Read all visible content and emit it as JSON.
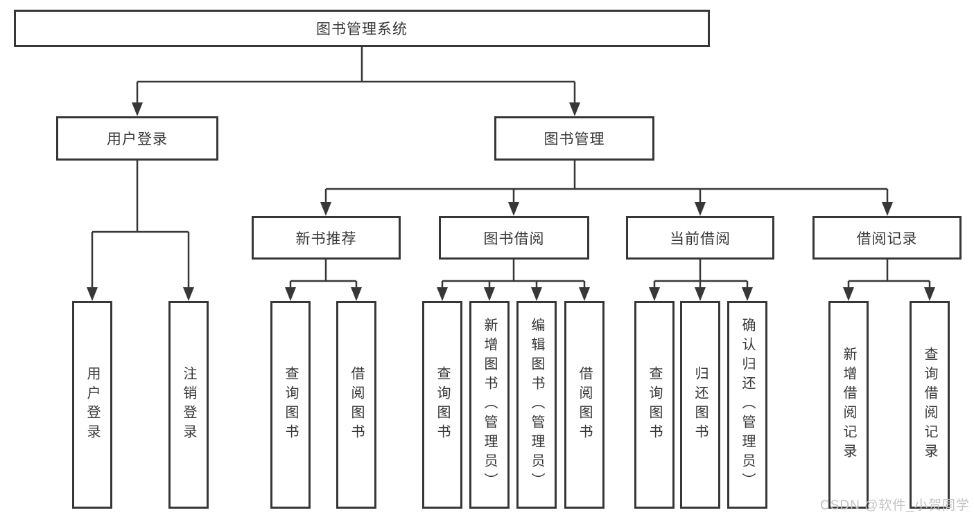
{
  "tree": {
    "root": {
      "label": "图书管理系统"
    },
    "user_login": {
      "label": "用户登录",
      "children": [
        {
          "label": "用户登录"
        },
        {
          "label": "注销登录"
        }
      ]
    },
    "book_mgmt": {
      "label": "图书管理",
      "sections": [
        {
          "label": "新书推荐",
          "children": [
            {
              "label": "查询图书"
            },
            {
              "label": "借阅图书"
            }
          ]
        },
        {
          "label": "图书借阅",
          "children": [
            {
              "label": "查询图书"
            },
            {
              "label": "新增图书（管理员）"
            },
            {
              "label": "编辑图书（管理员）"
            },
            {
              "label": "借阅图书"
            }
          ]
        },
        {
          "label": "当前借阅",
          "children": [
            {
              "label": "查询图书"
            },
            {
              "label": "归还图书"
            },
            {
              "label": "确认归还（管理员）"
            }
          ]
        },
        {
          "label": "借阅记录",
          "children": [
            {
              "label": "新增借阅记录"
            },
            {
              "label": "查询借阅记录"
            }
          ]
        }
      ]
    }
  },
  "colors": {
    "line": "#373737",
    "box_border": "#373737",
    "text": "#363636",
    "watermark": "#c3c3c3",
    "background": "#ffffff"
  },
  "watermark": {
    "text": "CSDN @软件_小贺同学"
  }
}
